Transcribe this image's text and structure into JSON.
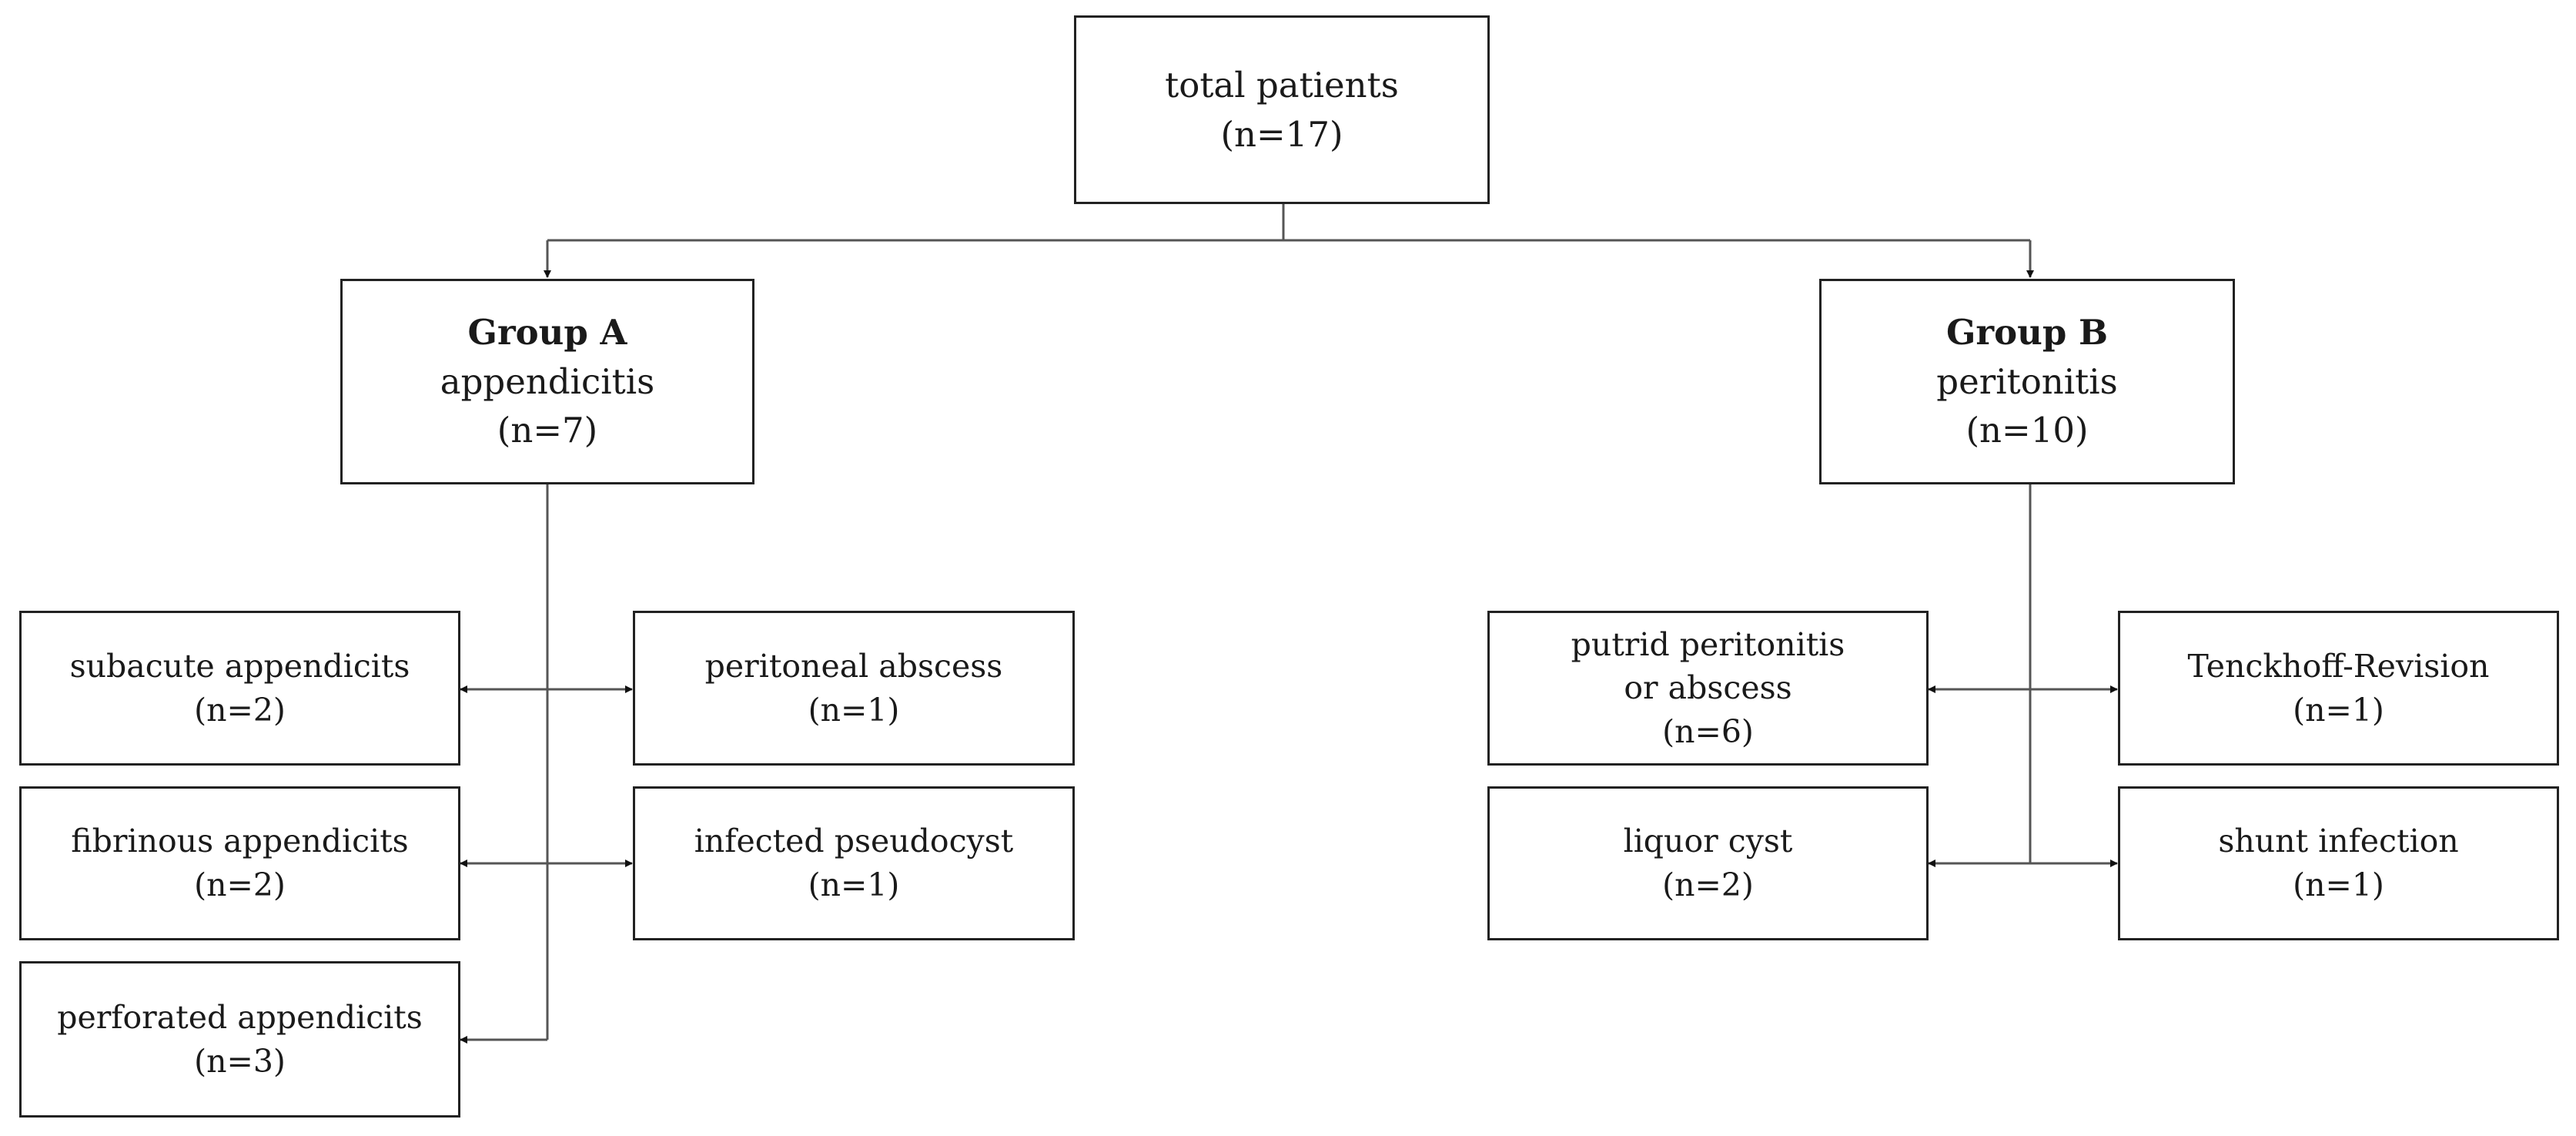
{
  "diagram": {
    "root": {
      "label": "total patients",
      "count": "(n=17)"
    },
    "group_a": {
      "title": "Group A",
      "label": "appendicitis",
      "count": "(n=7)",
      "items": [
        {
          "label": "subacute appendicits",
          "count": "(n=2)"
        },
        {
          "label": "peritoneal abscess",
          "count": "(n=1)"
        },
        {
          "label": "fibrinous appendicits",
          "count": "(n=2)"
        },
        {
          "label": "infected pseudocyst",
          "count": "(n=1)"
        },
        {
          "label": "perforated appendicits",
          "count": "(n=3)"
        }
      ]
    },
    "group_b": {
      "title": "Group B",
      "label": "peritonitis",
      "count": "(n=10)",
      "items": [
        {
          "label_line1": "putrid peritonitis",
          "label_line2": "or abscess",
          "count": "(n=6)"
        },
        {
          "label": "Tenckhoff-Revision",
          "count": "(n=1)"
        },
        {
          "label": "liquor cyst",
          "count": "(n=2)"
        },
        {
          "label": "shunt infection",
          "count": "(n=1)"
        }
      ]
    }
  },
  "colors": {
    "box_border": "#222222",
    "line": "#555555",
    "text": "#1a1a1a"
  }
}
